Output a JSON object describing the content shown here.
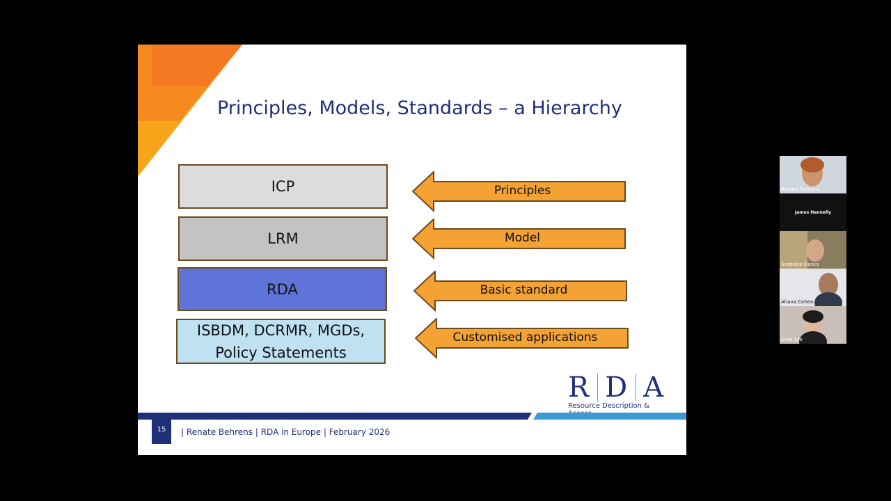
{
  "slide": {
    "title": "Principles, Models, Standards – a Hierarchy",
    "boxes": [
      {
        "label": "ICP",
        "color": "#dcdcdc"
      },
      {
        "label": "LRM",
        "color": "#c3c3c3"
      },
      {
        "label": "RDA",
        "color": "#5e74d8"
      },
      {
        "line1": "ISBDM, DCRMR, MGDs,",
        "line2": "Policy Statements",
        "color": "#bfe1f2"
      }
    ],
    "arrows": [
      {
        "label": "Principles"
      },
      {
        "label": "Model"
      },
      {
        "label": "Basic standard"
      },
      {
        "label": "Customised applications"
      }
    ],
    "arrow_color": "#f4a233",
    "logo": {
      "r": "R",
      "d": "D",
      "a": "A",
      "subtitle": "Resource Description & Access"
    },
    "page_number": "15",
    "footer": "| Renate Behrens | RDA in Europe | February 2026",
    "accent_navy": "#1f2f7a",
    "accent_blue": "#3a9bd5",
    "accent_orange": "#f47c20"
  },
  "participants": [
    {
      "name": "Renate Behrens"
    },
    {
      "name": "James Hennelly"
    },
    {
      "name": "Szabolcs Dancs"
    },
    {
      "name": "Ahava Cohen"
    },
    {
      "name": "Elisa Sze"
    }
  ]
}
